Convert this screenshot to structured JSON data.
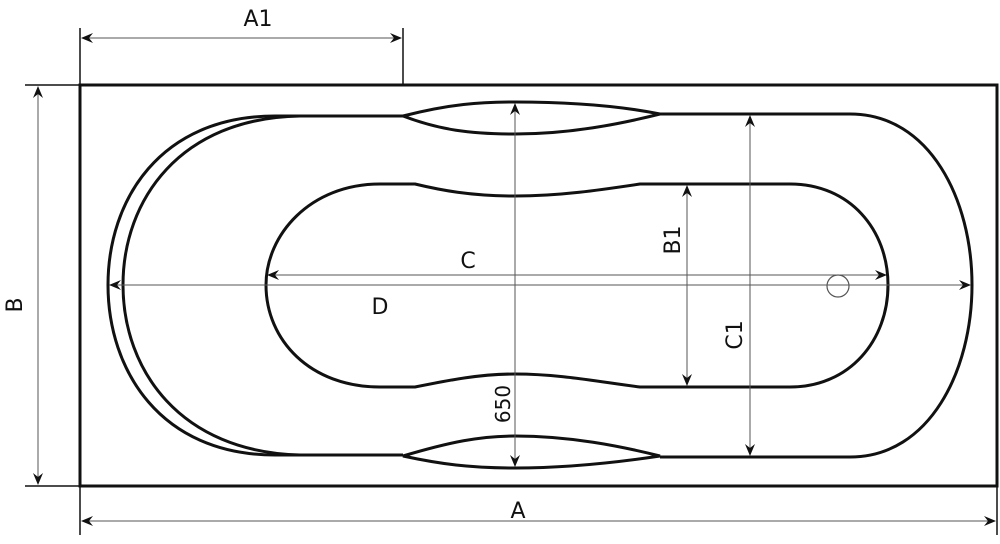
{
  "title": "Bathtub dimension drawing",
  "labels": {
    "a": "A",
    "a1": "A1",
    "b": "B",
    "b1": "B1",
    "c": "C",
    "c1": "C1",
    "d": "D",
    "depth": "650"
  },
  "colors": {
    "line": "#111111",
    "dimension": "#555555"
  }
}
